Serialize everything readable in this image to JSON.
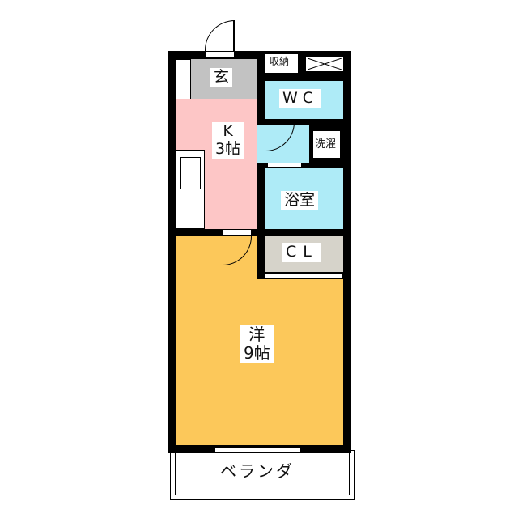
{
  "rooms": {
    "entrance": {
      "label": "玄",
      "color": "#c2c2c2"
    },
    "storage": {
      "label": "収納"
    },
    "wc": {
      "label": "WC",
      "color": "#aeebf7"
    },
    "kitchen": {
      "label_line1": "K",
      "label_line2": "3帖",
      "color": "#fdc6c6"
    },
    "laundry": {
      "label": "洗濯"
    },
    "bath": {
      "label": "浴室",
      "color": "#aeebf7"
    },
    "closet": {
      "label": "CL",
      "color": "#d6d3ca"
    },
    "western": {
      "label_line1": "洋",
      "label_line2": "9帖",
      "color": "#fcc85a"
    },
    "veranda": {
      "label": "ベランダ"
    }
  }
}
